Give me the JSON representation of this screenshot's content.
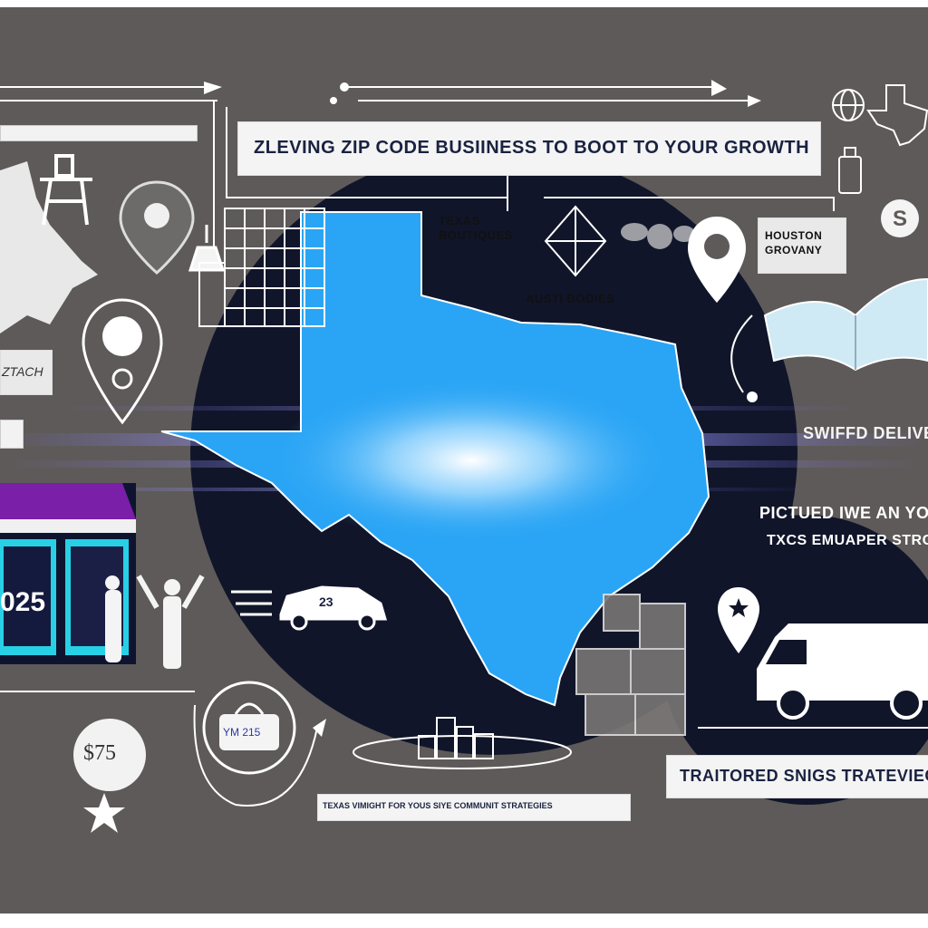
{
  "banner": {
    "headline": "ZLEVING ZIP CODE BUSIINESS TO BOOT TO YOUR  GROWTH"
  },
  "labels": {
    "texas_boutiques": "TEXAS BOUTIQUES",
    "austin_bodies": "AUSTI BODIES",
    "houston_grovany": "HOUSTON GROVANY",
    "left_tag": "ZTACH",
    "swifd_delivery": "SWIFFD  DELIVE",
    "pictured_line1": "PICTUED  IWE  AN  YOUR",
    "pictured_line2": "TXCS EMUAPER STRCIE",
    "tailored_strategies": "TRAITORED SNIGS TRATEVIEGES",
    "bottom_caption": "TEXAS VIMIGHT FOR YOUS SIYE COMMUNIT STRATEGIES"
  },
  "badges": {
    "storefront_number": "025",
    "price_tag": "$75",
    "car_plate": "23",
    "tag_code": "YM 215"
  },
  "colors": {
    "background": "#5e5a59",
    "texas_blue": "#2aa5f5",
    "texas_glow": "#ffffff",
    "circle_dark": "#11152a",
    "awning_purple": "#7a1fa8",
    "light_streak": "#7c6cff",
    "label_bg": "#f4f4f4"
  },
  "icons": [
    "location-pin-icon",
    "globe-icon",
    "texas-outline-icon",
    "dollar-icon",
    "delivery-van-icon",
    "race-car-icon",
    "storefront-icon",
    "open-book-icon",
    "star-icon",
    "price-tag-icon",
    "shopping-bag-icon"
  ]
}
